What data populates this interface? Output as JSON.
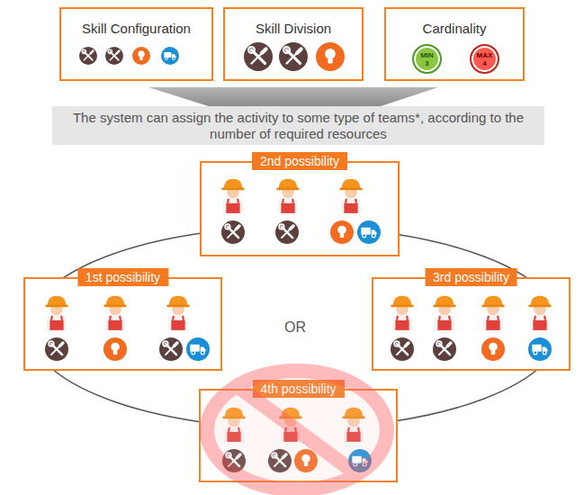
{
  "diagram": {
    "nodes": [
      {
        "text": [
          "Skill Configuration"
        ]
      },
      {
        "text": [
          "Skill Division"
        ]
      },
      {
        "text": [
          "Cardinality"
        ]
      },
      {
        "text": [
          "MIN 3"
        ],
        "in": 2
      },
      {
        "text": [
          "MAX 4"
        ],
        "in": 2
      },
      {
        "text": [
          "The system can assign the activity to some type of teams*, according to the number of required resources"
        ]
      },
      {
        "text": [
          "2nd possibility"
        ]
      },
      {
        "text": [
          "1st possibility"
        ]
      },
      {
        "text": [
          "3rd possibility"
        ]
      },
      {
        "text": [
          "4th possibility"
        ]
      }
    ],
    "labels": [
      "OR"
    ]
  }
}
